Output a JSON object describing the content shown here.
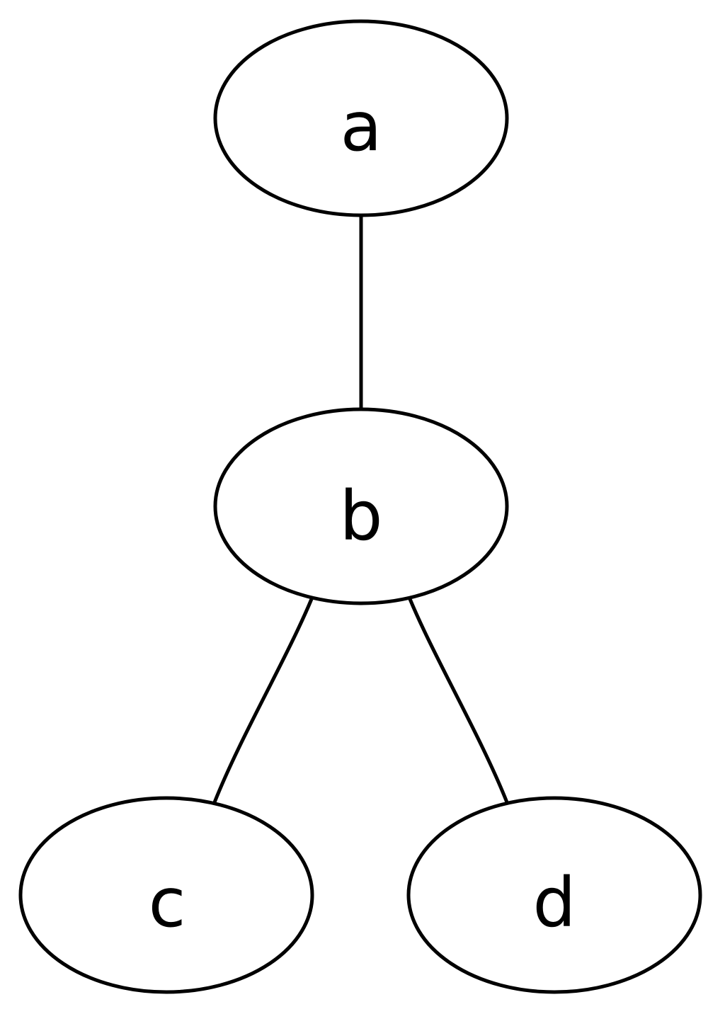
{
  "diagram": {
    "type": "undirected-graph",
    "nodes": [
      {
        "id": "a",
        "label": "a"
      },
      {
        "id": "b",
        "label": "b"
      },
      {
        "id": "c",
        "label": "c"
      },
      {
        "id": "d",
        "label": "d"
      }
    ],
    "edges": [
      {
        "from": "a",
        "to": "b"
      },
      {
        "from": "b",
        "to": "c"
      },
      {
        "from": "b",
        "to": "d"
      }
    ],
    "colors": {
      "stroke": "#000000",
      "fill": "#ffffff",
      "text": "#000000"
    }
  }
}
